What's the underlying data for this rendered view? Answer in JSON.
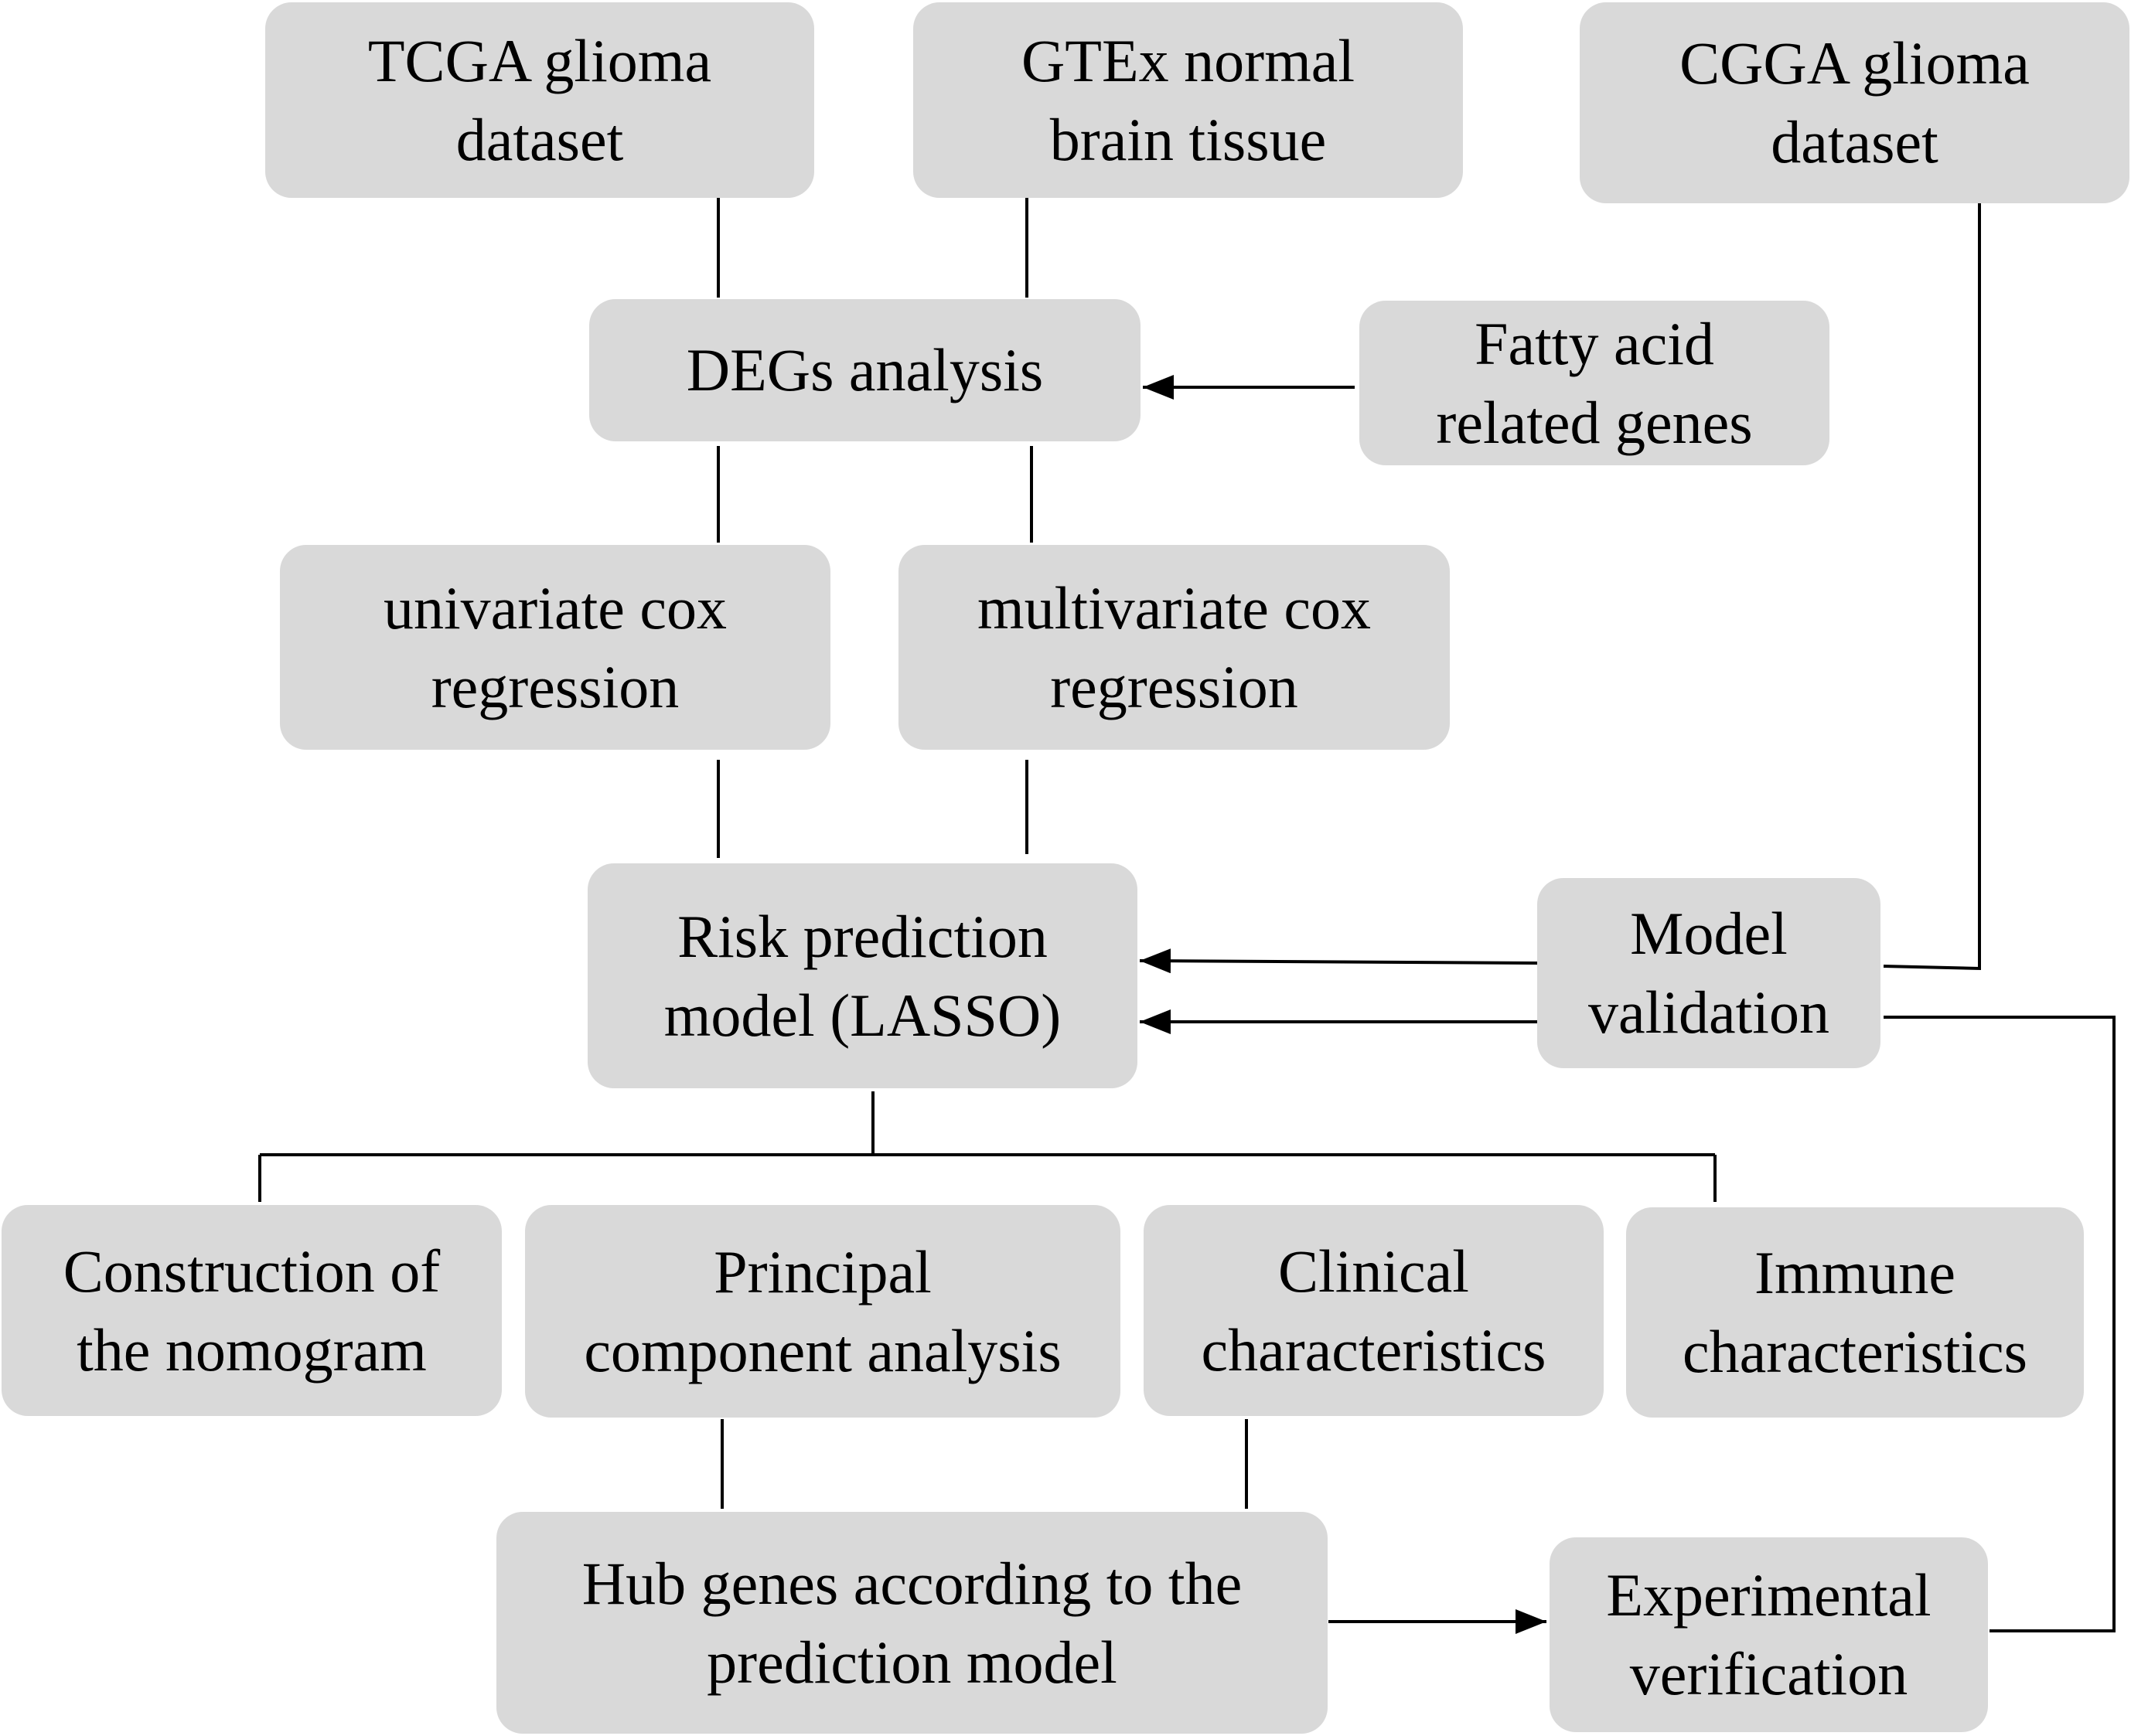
{
  "nodes": {
    "tcga": "TCGA glioma\ndataset",
    "gtex": "GTEx normal\nbrain tissue",
    "cgga": "CGGA glioma\ndataset",
    "degs": "DEGs analysis",
    "fatty": "Fatty acid\nrelated genes",
    "univariate": "univariate cox\nregression",
    "multivariate": "multivariate cox\nregression",
    "risk": "Risk prediction\nmodel (LASSO)",
    "validation": "Model\nvalidation",
    "nomogram": "Construction of\nthe nomogram",
    "pca": "Principal\ncomponent analysis",
    "clinical": "Clinical\ncharacteristics",
    "immune": "Immune\ncharacteristics",
    "hub": "Hub genes according to the\nprediction model",
    "experimental": "Experimental\nverification"
  },
  "edges": [
    {
      "from": "tcga",
      "to": "degs",
      "arrow": false
    },
    {
      "from": "gtex",
      "to": "degs",
      "arrow": false
    },
    {
      "from": "fatty",
      "to": "degs",
      "arrow": true
    },
    {
      "from": "degs",
      "to": "univariate",
      "arrow": false
    },
    {
      "from": "degs",
      "to": "multivariate",
      "arrow": false
    },
    {
      "from": "univariate",
      "to": "risk",
      "arrow": false
    },
    {
      "from": "multivariate",
      "to": "risk",
      "arrow": false
    },
    {
      "from": "cgga",
      "to": "validation",
      "arrow": false
    },
    {
      "from": "validation",
      "to": "risk",
      "arrow": true
    },
    {
      "from": "experimental",
      "to": "risk",
      "arrow": true
    },
    {
      "from": "risk",
      "to": "nomogram",
      "arrow": false
    },
    {
      "from": "risk",
      "to": "pca",
      "arrow": false
    },
    {
      "from": "risk",
      "to": "clinical",
      "arrow": false
    },
    {
      "from": "risk",
      "to": "immune",
      "arrow": false
    },
    {
      "from": "pca",
      "to": "hub",
      "arrow": false
    },
    {
      "from": "clinical",
      "to": "hub",
      "arrow": false
    },
    {
      "from": "hub",
      "to": "experimental",
      "arrow": true
    }
  ],
  "colors": {
    "node_fill": "#d9d9d9",
    "line": "#000000",
    "text": "#000000"
  }
}
